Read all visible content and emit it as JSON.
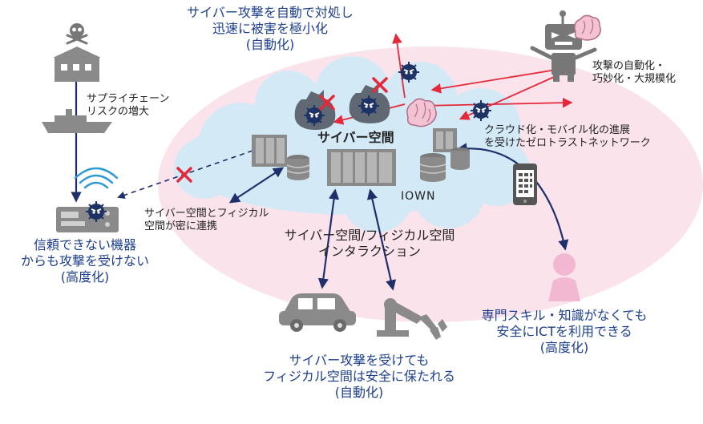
{
  "labels": {
    "auto_response": {
      "line1": "サイバー攻撃を自動で対処し",
      "line2": "迅速に被害を極小化",
      "line3": "(自動化)"
    },
    "attack_trend": {
      "line1": "攻撃の自動化・",
      "line2": "巧妙化・大規模化"
    },
    "supply_chain": {
      "line1": "サプライチェーン",
      "line2": "リスクの増大"
    },
    "cyber_space": "サイバー空間",
    "zero_trust": {
      "line1": "クラウド化・モバイル化の進展",
      "line2": "を受けたゼロトラストネットワーク"
    },
    "iown": "IOWN",
    "close_link": {
      "line1": "サイバー空間とフィジカル",
      "line2": "空間が密に連携"
    },
    "interaction": {
      "line1": "サイバー空間/フィジカル空間",
      "line2": "インタラクション"
    },
    "untrusted_devices": {
      "line1": "信頼できない機器",
      "line2": "からも攻撃を受けない",
      "line3": "(高度化)"
    },
    "no_expertise": {
      "line1": "専門スキル・知識がなくても",
      "line2": "安全にICTを利用できる",
      "line3": "(高度化)"
    },
    "physical_safe": {
      "line1": "サイバー攻撃を受けても",
      "line2": "フィジカル空間は安全に保たれる",
      "line3": "(自動化)"
    }
  },
  "colors": {
    "text_blue": "#1d3f8f",
    "arrow_navy": "#1f2f6b",
    "attack_red": "#e5283a",
    "cloud_blue": "#d3e9f6",
    "ellipse_pink": "#fbe3ec",
    "icon_gray": "#8a8a8a",
    "user_pink": "#f2b8d2",
    "virus_navy": "#1e3266"
  },
  "icons": [
    "skull-icon",
    "factory-icon",
    "ship-icon",
    "iot-device-icon",
    "wifi-icon",
    "robot-icon",
    "brain-icon",
    "virus-icon",
    "money-bag-icon",
    "server-icon",
    "database-icon",
    "smartphone-icon",
    "person-icon",
    "car-icon",
    "robot-arm-icon",
    "cross-mark-icon"
  ]
}
